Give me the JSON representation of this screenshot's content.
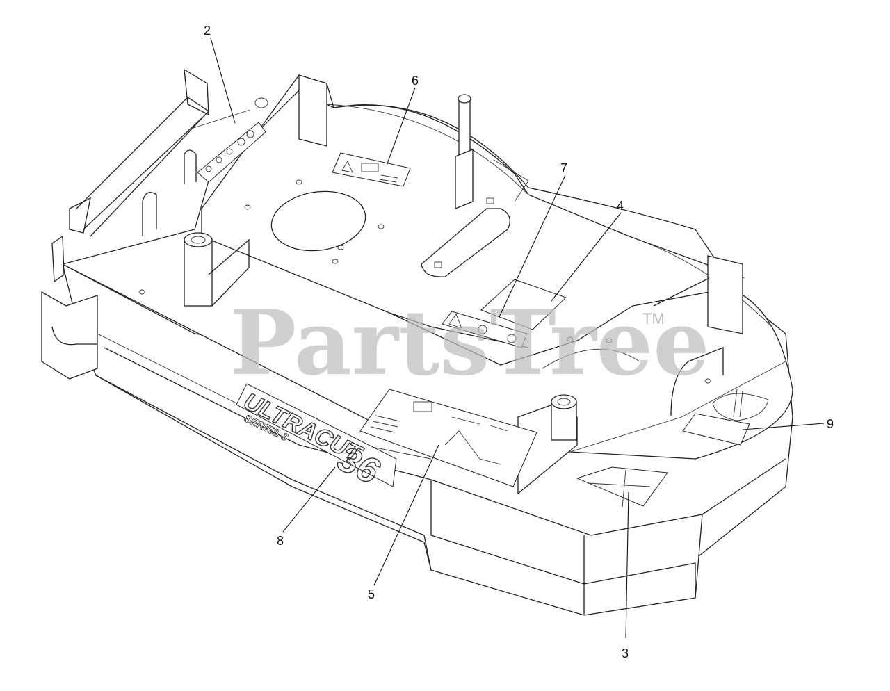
{
  "watermark": {
    "text": "PartsTree",
    "tm": "TM"
  },
  "brand": {
    "name": "ULTRACUT",
    "series": "SERIES 3",
    "size": "36"
  },
  "callouts": [
    {
      "id": "c2",
      "label": "2"
    },
    {
      "id": "c6",
      "label": "6"
    },
    {
      "id": "c7",
      "label": "7"
    },
    {
      "id": "c4",
      "label": "4"
    },
    {
      "id": "c9",
      "label": "9"
    },
    {
      "id": "c8",
      "label": "8"
    },
    {
      "id": "c5",
      "label": "5"
    },
    {
      "id": "c3",
      "label": "3"
    }
  ]
}
